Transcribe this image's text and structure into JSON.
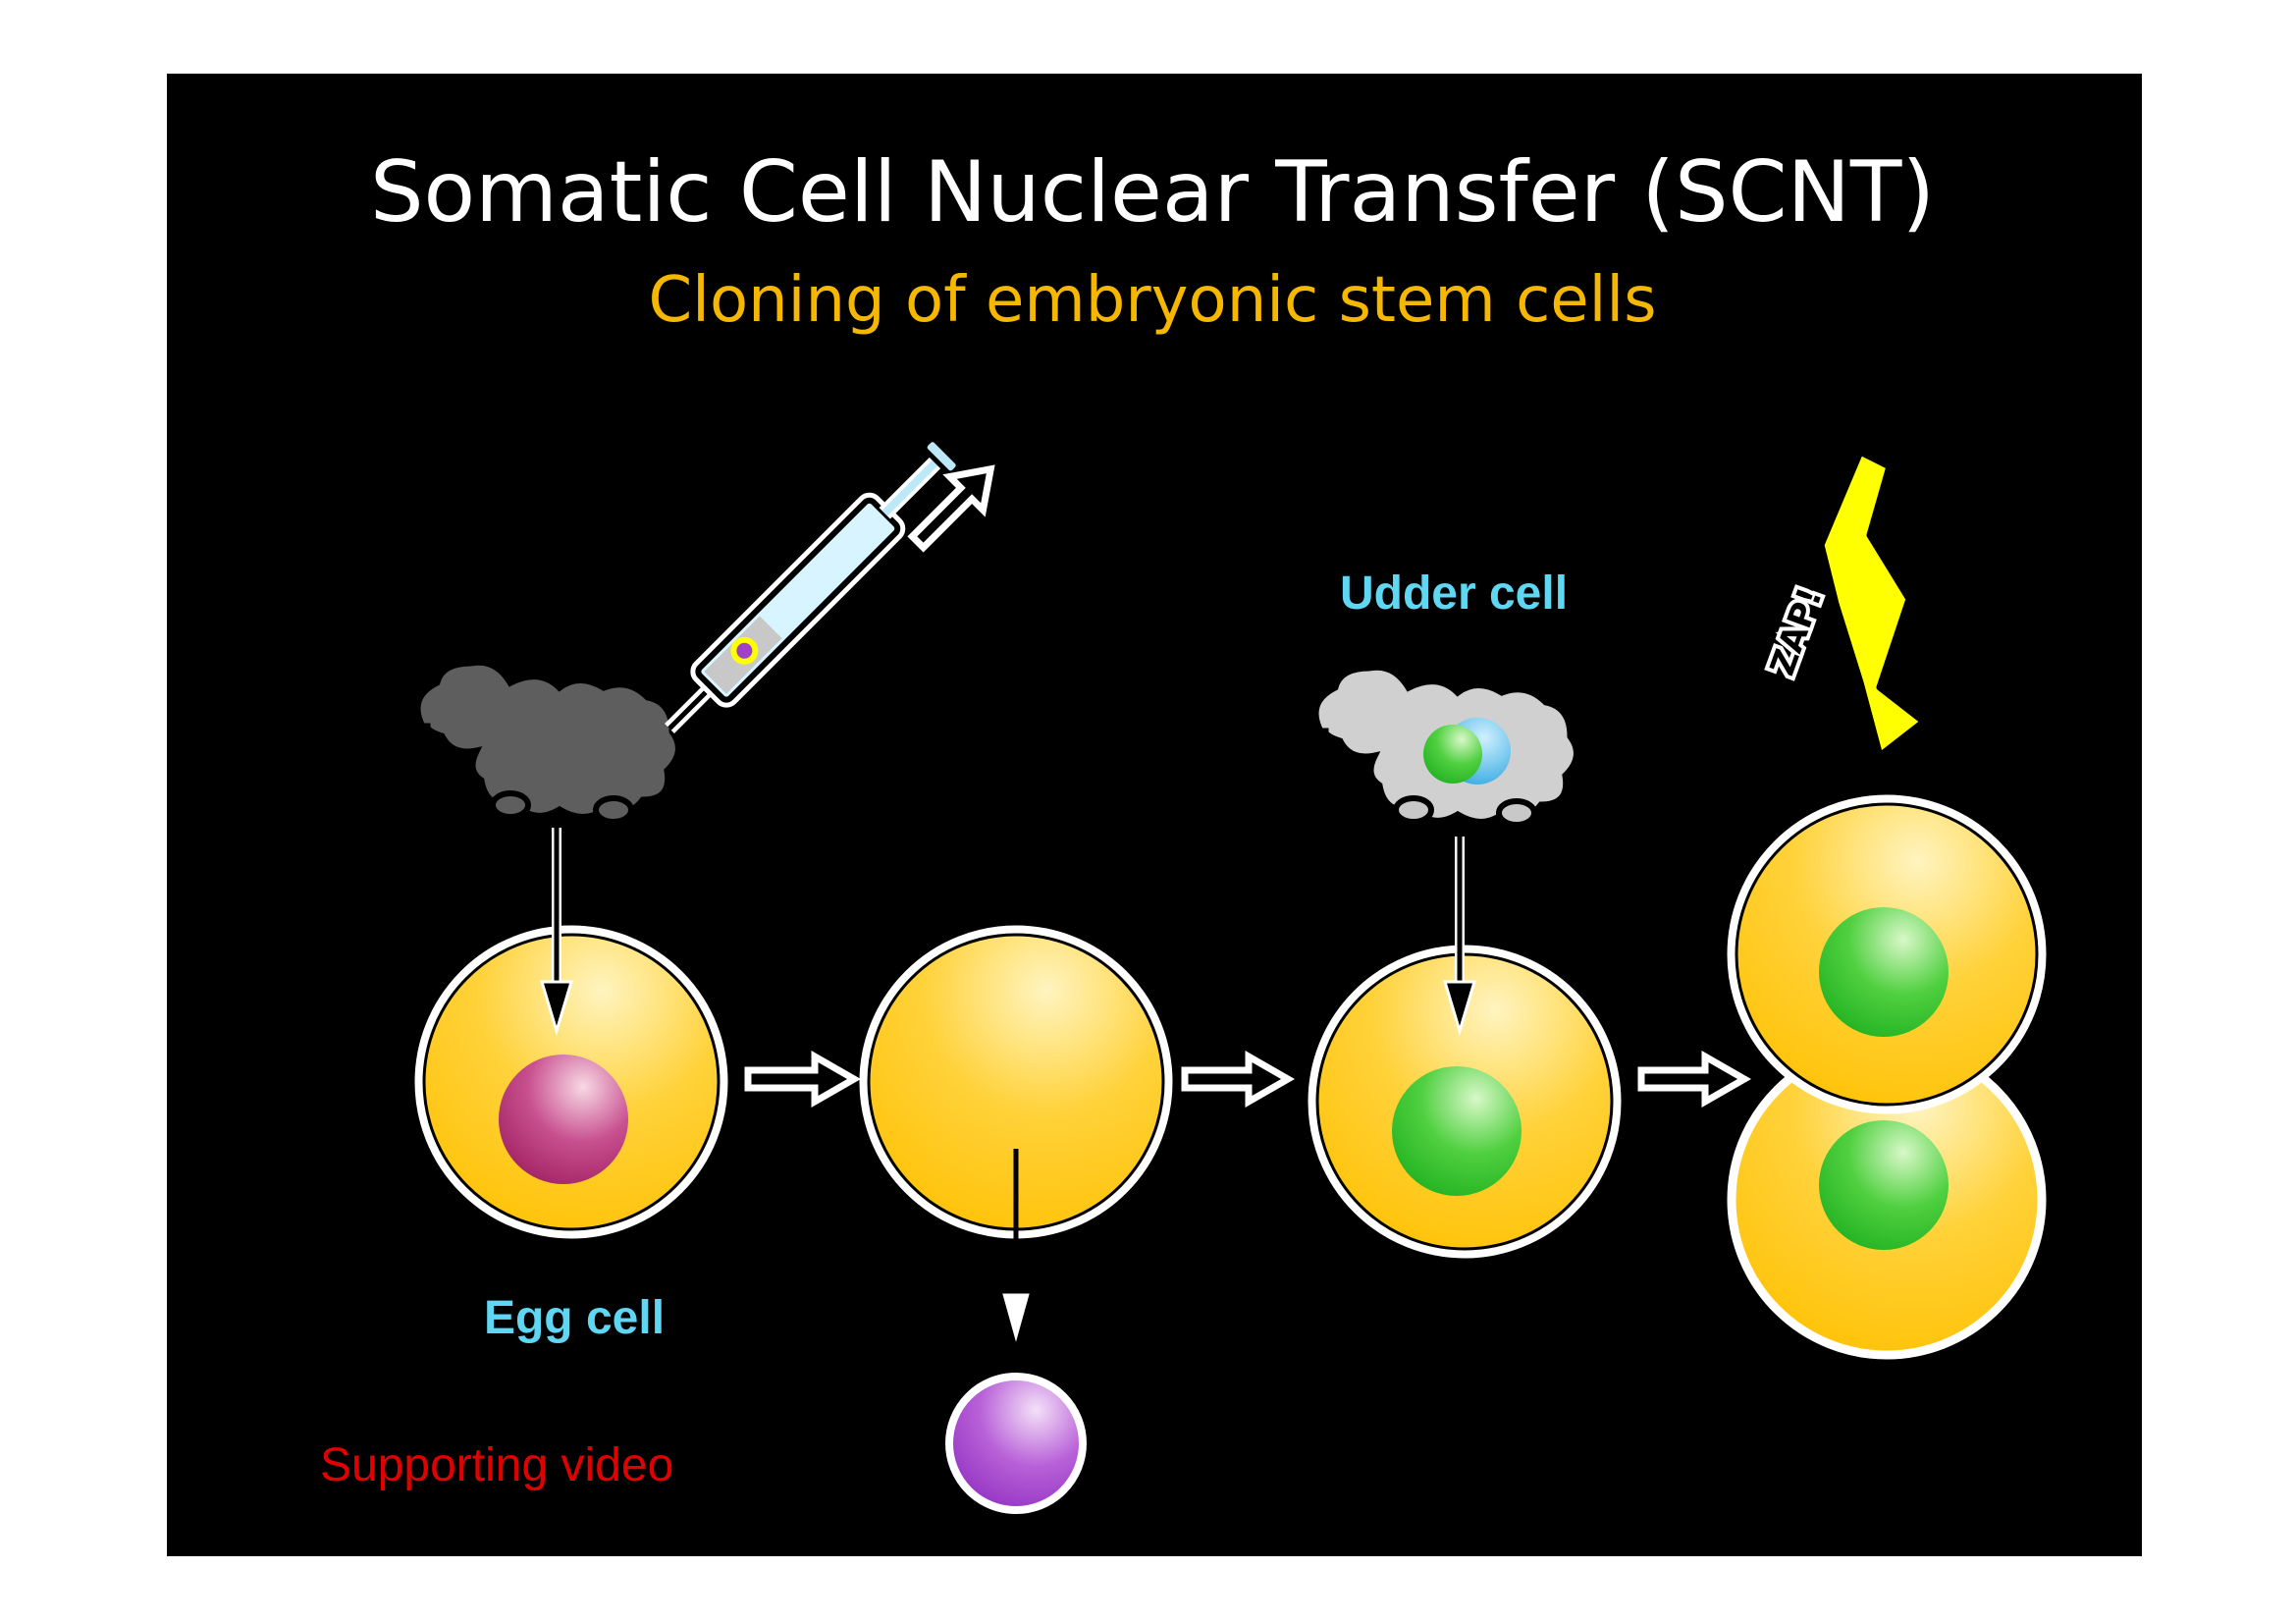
{
  "slide": {
    "title": "Somatic Cell Nuclear Transfer (SCNT)",
    "subtitle": "Cloning of embryonic stem cells",
    "labels": {
      "udder_cell": "Udder cell",
      "egg_cell": "Egg cell",
      "zap": "ZAP!"
    },
    "link": "Supporting video"
  },
  "colors": {
    "background": "#000000",
    "subtitle": "#f5b700",
    "label": "#5fd6f2",
    "link": "#e00000",
    "cell": "#ffc400",
    "nucleus_egg": "#b0306e",
    "nucleus_green": "#2fc42f",
    "removed_nucleus": "#a040c8",
    "zap": "#ffff00"
  }
}
